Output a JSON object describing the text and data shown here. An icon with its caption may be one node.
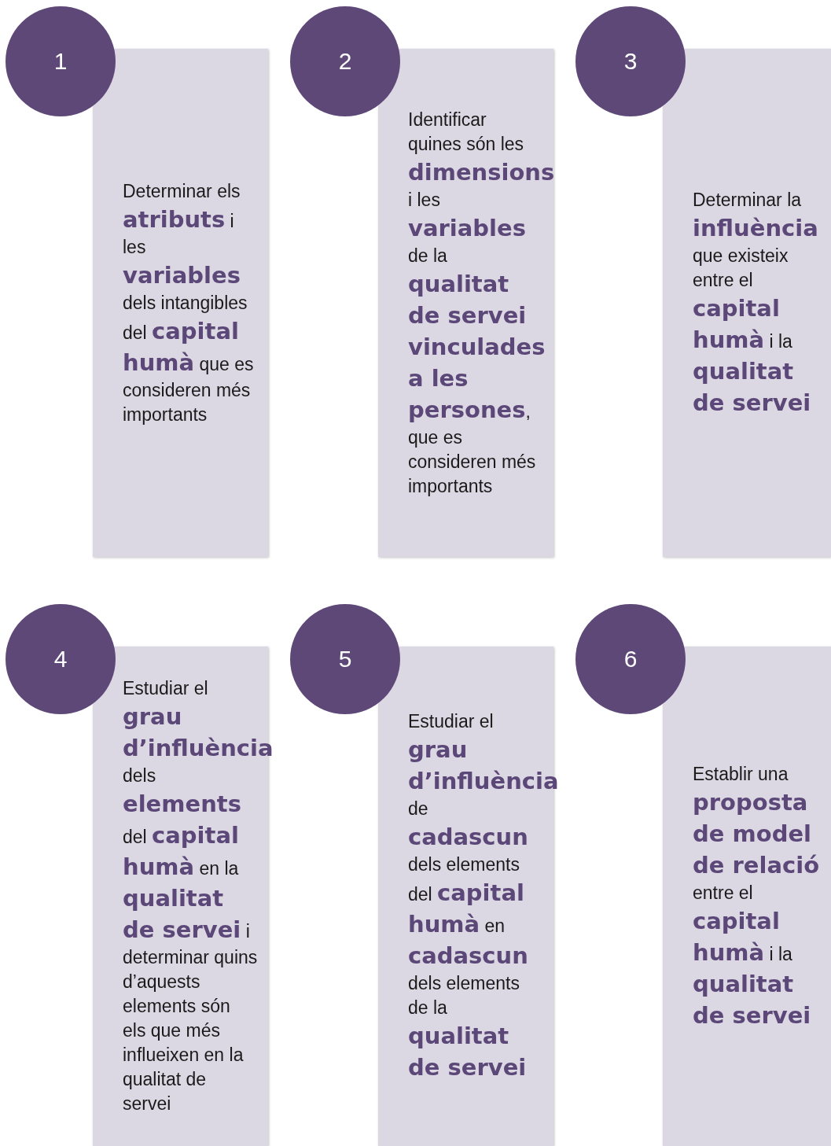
{
  "diagram": {
    "nodes": [
      {
        "text": [
          "1"
        ]
      },
      {
        "text": [
          "Determinar els **atributs** i les **variables** dels intangibles del **capital humà** que es consideren més importants"
        ]
      },
      {
        "text": [
          "2"
        ]
      },
      {
        "text": [
          "Identificar quines són les **dimensions** i les **variables** de la **qualitat de servei vinculades a les persones**, que es consideren més importants"
        ]
      },
      {
        "text": [
          "3"
        ]
      },
      {
        "text": [
          "Determinar la **influència** que existeix entre el **capital humà** i la **qualitat de servei**"
        ]
      },
      {
        "text": [
          "4"
        ]
      },
      {
        "text": [
          "Estudiar el **grau d’influència** dels **elements** del **capital humà** en la **qualitat de servei** i determinar quins d’aquests elements són els que més influeixen en la qualitat de servei"
        ]
      },
      {
        "text": [
          "5"
        ]
      },
      {
        "text": [
          "Estudiar el **grau d’influència** de **cadascun** dels elements del **capital humà** en **cadascun** dels elements de la **qualitat de servei**"
        ]
      },
      {
        "text": [
          "6"
        ]
      },
      {
        "text": [
          "Establir una **proposta de model de relació** entre el **capital humà** i la **qualitat de servei**"
        ]
      }
    ]
  }
}
